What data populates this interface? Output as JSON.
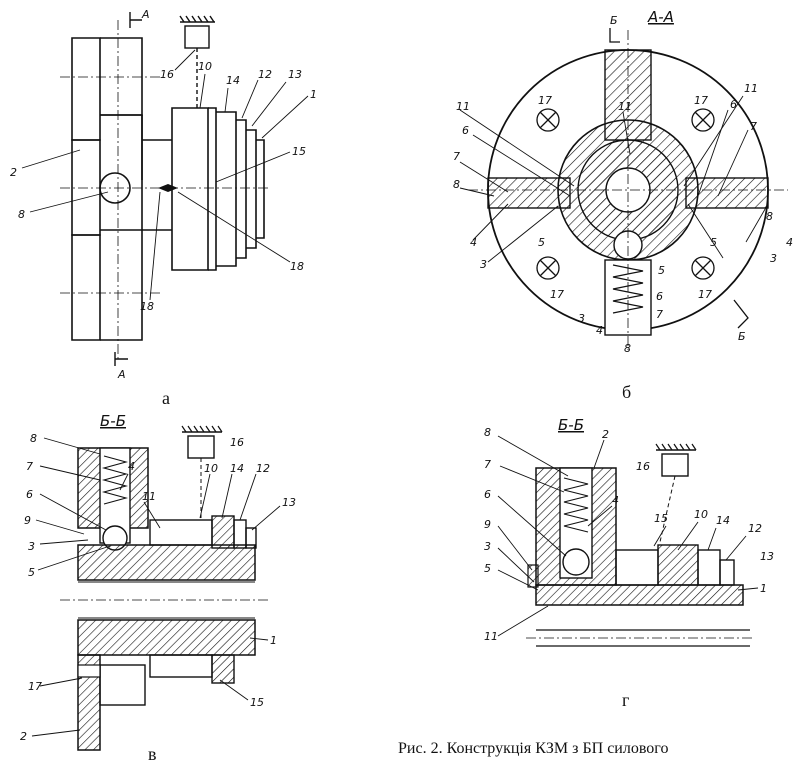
{
  "caption": "Рис. 2. Конструкція КЗМ з БП силового",
  "panels": {
    "a": {
      "label": "а",
      "section_mark": "А",
      "callouts": [
        "2",
        "8",
        "16",
        "10",
        "14",
        "12",
        "13",
        "1",
        "15",
        "18",
        "18"
      ]
    },
    "b": {
      "label": "б",
      "title": "А-А",
      "section_mark": "Б",
      "callouts": [
        "17",
        "17",
        "11",
        "11",
        "11",
        "6",
        "6",
        "7",
        "7",
        "8",
        "8",
        "4",
        "4",
        "5",
        "5",
        "3",
        "3",
        "17",
        "17",
        "5",
        "6",
        "7",
        "3",
        "4",
        "8"
      ]
    },
    "v": {
      "label": "в",
      "title": "Б-Б",
      "callouts": [
        "8",
        "7",
        "6",
        "9",
        "3",
        "5",
        "4",
        "16",
        "11",
        "10",
        "14",
        "12",
        "13",
        "1",
        "17",
        "2",
        "15"
      ]
    },
    "g": {
      "label": "г",
      "title": "Б-Б",
      "callouts": [
        "8",
        "2",
        "7",
        "6",
        "9",
        "3",
        "5",
        "11",
        "4",
        "16",
        "15",
        "10",
        "14",
        "12",
        "13",
        "1"
      ]
    }
  }
}
